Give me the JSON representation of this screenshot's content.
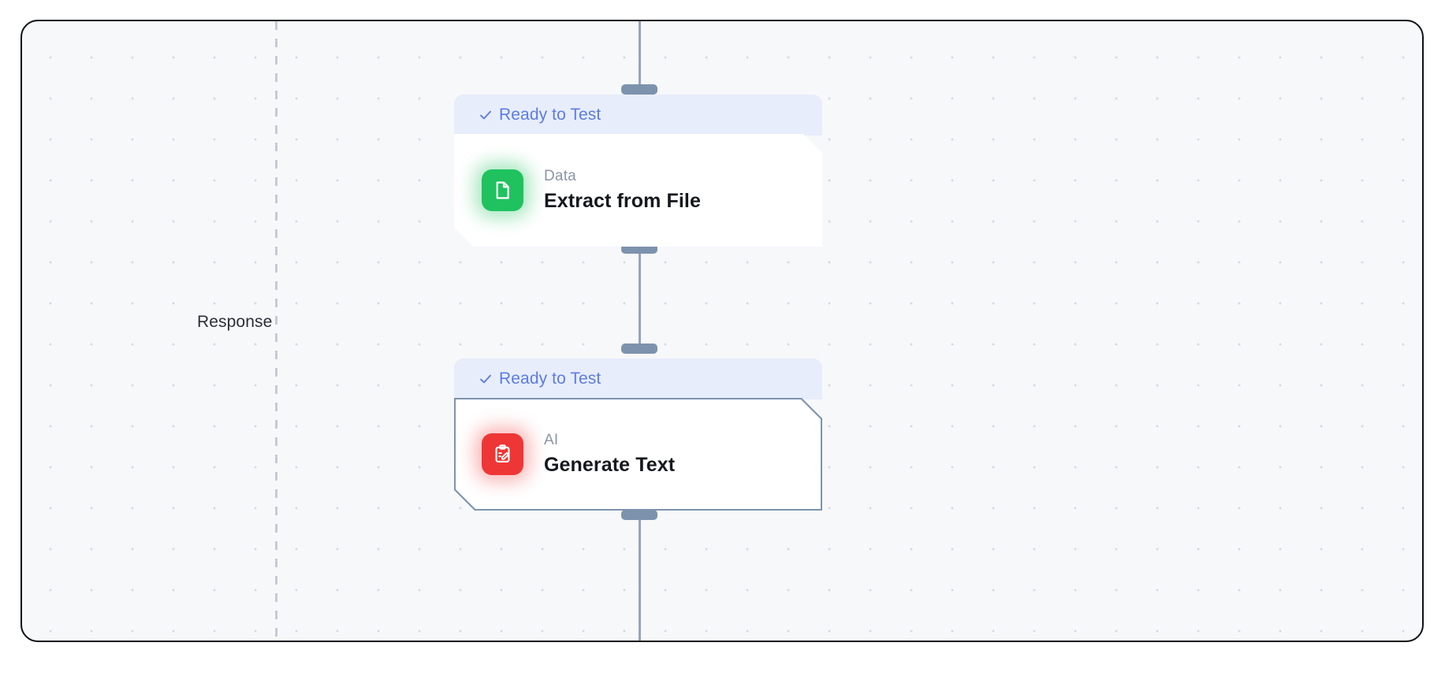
{
  "canvas": {
    "background_color": "#f7f8fa",
    "border_color": "#0d1117",
    "grid": "dot-grid"
  },
  "lane": {
    "label": "Response",
    "divider_style": "dashed",
    "divider_color": "#c5cad3"
  },
  "edges": {
    "line_color": "#93a4bb",
    "handle_color": "#7d93ad",
    "handles": [
      "handle-a",
      "handle-b",
      "handle-c",
      "handle-d"
    ]
  },
  "nodes": [
    {
      "id": "extract-from-file",
      "status": "Ready to Test",
      "status_icon": "check-icon",
      "status_color": "#5c7ce0",
      "status_background": "#e7edfb",
      "kind": "Data",
      "title": "Extract from File",
      "icon": "document-icon",
      "icon_color": "#1fc25f",
      "selected": false
    },
    {
      "id": "generate-text",
      "status": "Ready to Test",
      "status_icon": "check-icon",
      "status_color": "#5c7ce0",
      "status_background": "#e7edfb",
      "kind": "AI",
      "title": "Generate Text",
      "icon": "clipboard-pencil-icon",
      "icon_color": "#ef3636",
      "selected": true
    }
  ]
}
